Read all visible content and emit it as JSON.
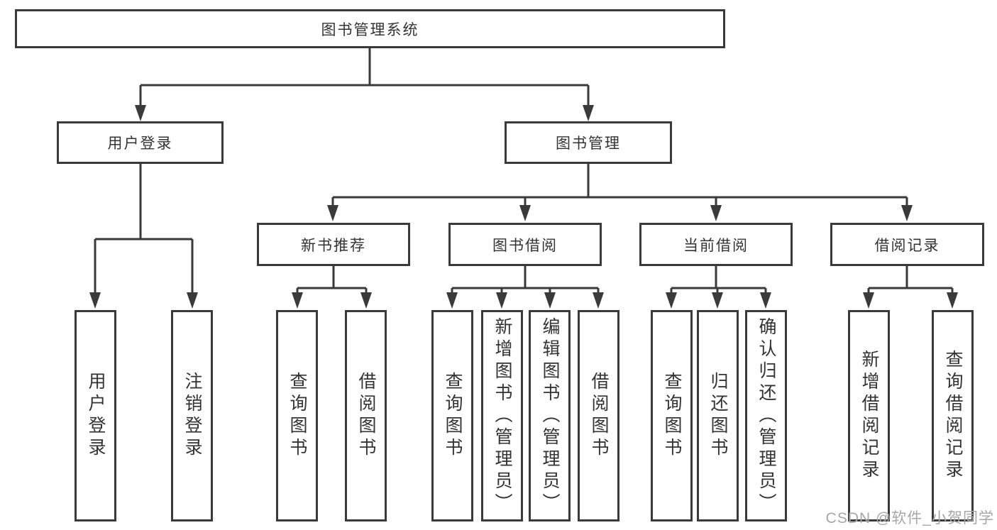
{
  "diagram": {
    "type": "hierarchy-tree",
    "colors": {
      "line": "#3a3a3a",
      "border": "#3a3a3a",
      "text": "#333333",
      "background": "#ffffff",
      "watermark": "#a6a6a6"
    },
    "nodes": {
      "root": "图书管理系统",
      "user_login": "用户登录",
      "book_management": "图书管理",
      "new_book_recommend": "新书推荐",
      "book_borrowing": "图书借阅",
      "current_borrowing": "当前借阅",
      "borrowing_records": "借阅记录",
      "leaf_user_login": "用户登录",
      "leaf_logout": "注销登录",
      "leaf_recommend_query": "查询图书",
      "leaf_recommend_borrow": "借阅图书",
      "leaf_borrow_query": "查询图书",
      "leaf_borrow_add": "新增图书（管理员）",
      "leaf_borrow_edit": "编辑图书（管理员）",
      "leaf_borrow_lend": "借阅图书",
      "leaf_current_query": "查询图书",
      "leaf_current_return": "归还图书",
      "leaf_current_confirm": "确认归还（管理员）",
      "leaf_record_add": "新增借阅记录",
      "leaf_record_query": "查询借阅记录"
    },
    "hierarchy": {
      "图书管理系统": {
        "用户登录": [
          "用户登录",
          "注销登录"
        ],
        "图书管理": {
          "新书推荐": [
            "查询图书",
            "借阅图书"
          ],
          "图书借阅": [
            "查询图书",
            "新增图书（管理员）",
            "编辑图书（管理员）",
            "借阅图书"
          ],
          "当前借阅": [
            "查询图书",
            "归还图书",
            "确认归还（管理员）"
          ],
          "借阅记录": [
            "新增借阅记录",
            "查询借阅记录"
          ]
        }
      }
    }
  },
  "watermark": "CSDN @软件_小贺同学"
}
